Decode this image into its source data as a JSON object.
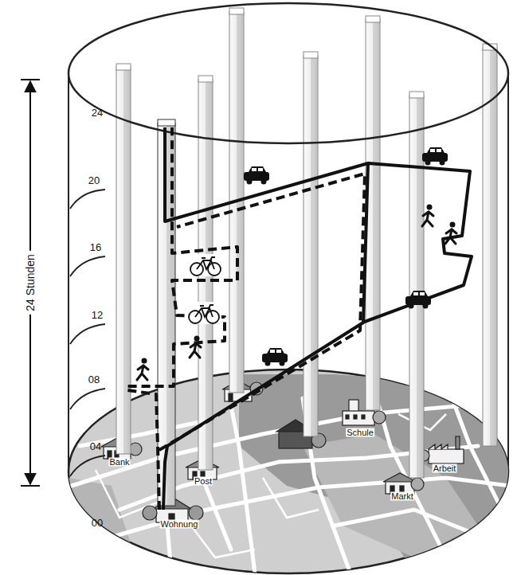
{
  "diagram": {
    "labels": [
      "24",
      "20",
      "16",
      "12",
      "08",
      "04",
      "00",
      "24 Stunden",
      "Bank",
      "Post",
      "Wohnung",
      "Schule",
      "Arbeit",
      "Markt"
    ]
  }
}
